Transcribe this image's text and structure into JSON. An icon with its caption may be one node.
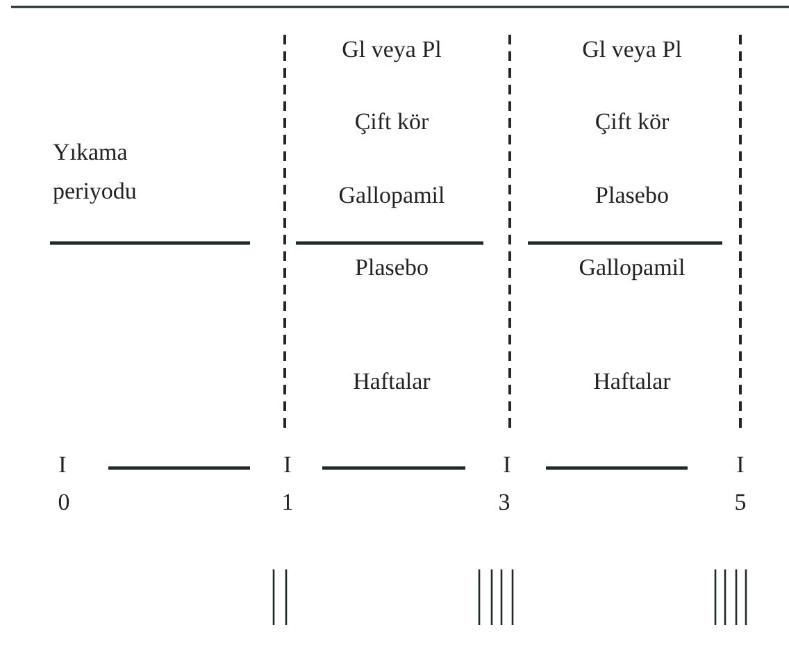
{
  "diagram": {
    "labels": [
      "Gl veya Pl",
      "Gl veya Pl",
      "Çift kör",
      "Çift kör",
      "Yıkama periyodu",
      "Gallopamil",
      "Plasebo",
      "Plasebo",
      "Gallopamil",
      "Haftalar",
      "Haftalar",
      "I",
      "I",
      "I",
      "I",
      "0",
      "1",
      "3",
      "5"
    ]
  }
}
